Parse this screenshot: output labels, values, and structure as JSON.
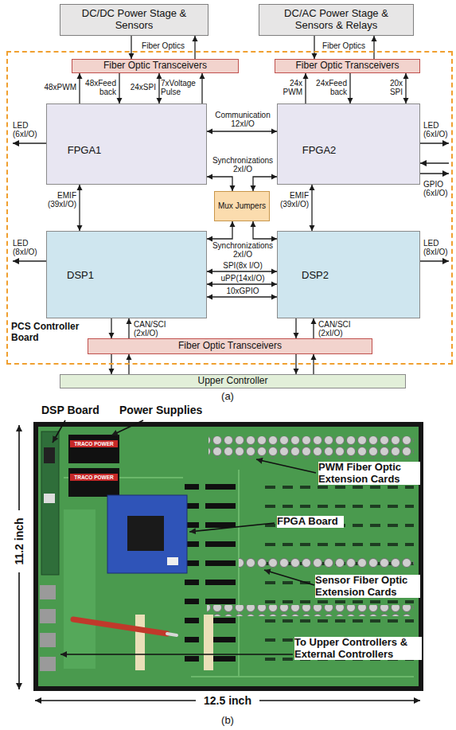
{
  "diagram": {
    "nodes": [
      {
        "text": [
          "DC/DC Power Stage & Sensors"
        ]
      },
      {
        "text": [
          "DC/AC Power Stage & Sensors & Relays"
        ]
      },
      {
        "text": [
          "PCS Controller Board"
        ]
      },
      {
        "text": [
          "Fiber Optic Transceivers"
        ],
        "in": 2
      },
      {
        "text": [
          "Fiber Optic Transceivers"
        ],
        "in": 2
      },
      {
        "text": [
          "FPGA1"
        ],
        "in": 2
      },
      {
        "text": [
          "FPGA2"
        ],
        "in": 2
      },
      {
        "text": [
          "Mux Jumpers"
        ],
        "in": 2
      },
      {
        "text": [
          "DSP1"
        ],
        "in": 2
      },
      {
        "text": [
          "DSP2"
        ],
        "in": 2
      },
      {
        "text": [
          "Fiber Optic Transceivers"
        ],
        "in": 2
      },
      {
        "text": [
          "Upper Controller"
        ]
      }
    ],
    "edges": [
      {
        "from": 0,
        "to": 3,
        "arrow": "to"
      },
      {
        "from": 3,
        "to": 0,
        "arrow": "to"
      },
      {
        "from": 1,
        "to": 4,
        "arrow": "to"
      },
      {
        "from": 4,
        "to": 1,
        "arrow": "to"
      },
      {
        "from": 5,
        "to": 3,
        "arrow": "to",
        "label": "48xPWM"
      },
      {
        "from": 3,
        "to": 5,
        "arrow": "to",
        "label": "48xFeed back"
      },
      {
        "from": 5,
        "to": 3,
        "arrow": "both",
        "label": "24xSPI"
      },
      {
        "from": 5,
        "to": 3,
        "arrow": "to",
        "label": "7xVoltage Pulse"
      },
      {
        "from": 6,
        "to": 4,
        "arrow": "to",
        "label": "24x PWM"
      },
      {
        "from": 4,
        "to": 6,
        "arrow": "to",
        "label": "24xFeed back"
      },
      {
        "from": 6,
        "to": 4,
        "arrow": "both",
        "label": "20x SPI"
      },
      {
        "from": 5,
        "to": 6,
        "arrow": "both",
        "label": "Communication 12xI/O"
      },
      {
        "from": 5,
        "to": 7,
        "arrow": "both"
      },
      {
        "from": 6,
        "to": 7,
        "arrow": "both"
      },
      {
        "from": 5,
        "to": 8,
        "arrow": "both",
        "label": "EMIF (39xI/O)"
      },
      {
        "from": 6,
        "to": 9,
        "arrow": "both",
        "label": "EMIF (39xI/O)"
      },
      {
        "from": 8,
        "to": 7,
        "arrow": "both"
      },
      {
        "from": 9,
        "to": 7,
        "arrow": "both"
      },
      {
        "from": 8,
        "to": 9,
        "arrow": "both",
        "label": "SPI(8x I/O)"
      },
      {
        "from": 8,
        "to": 9,
        "arrow": "both",
        "label": "uPP(14xI/O)"
      },
      {
        "from": 8,
        "to": 9,
        "arrow": "both",
        "label": "10xGPIO"
      },
      {
        "from": 8,
        "to": 10,
        "arrow": "to",
        "label": "CAN/SCI (2xI/O)"
      },
      {
        "from": 10,
        "to": 8,
        "arrow": "to"
      },
      {
        "from": 9,
        "to": 10,
        "arrow": "to",
        "label": "CAN/SCI (2xI/O)"
      },
      {
        "from": 10,
        "to": 9,
        "arrow": "to"
      },
      {
        "from": 10,
        "to": 11,
        "arrow": "to"
      },
      {
        "from": 11,
        "to": 10,
        "arrow": "to"
      },
      {
        "from": 10,
        "to": 11,
        "arrow": "to"
      },
      {
        "from": 11,
        "to": 10,
        "arrow": "to"
      }
    ],
    "labels": [
      "Fiber Optics",
      "Fiber Optics",
      "LED (6xI/O)",
      "LED (6xI/O)",
      "GPIO (6xI/O)",
      "Synchronizations 2xI/O",
      "Synchronizations 2xI/O",
      "LED (8xI/O)",
      "LED (8xI/O)",
      "(a)",
      "DSP Board",
      "Power Supplies",
      "TRACO POWER",
      "TRACO POWER",
      "PWM Fiber Optic Extension Cards",
      "FPGA Board",
      "Sensor Fiber Optic Extension Cards",
      "11.2 inch",
      "To Upper Controllers & External Controllers",
      "12.5 inch",
      "(b)"
    ]
  }
}
